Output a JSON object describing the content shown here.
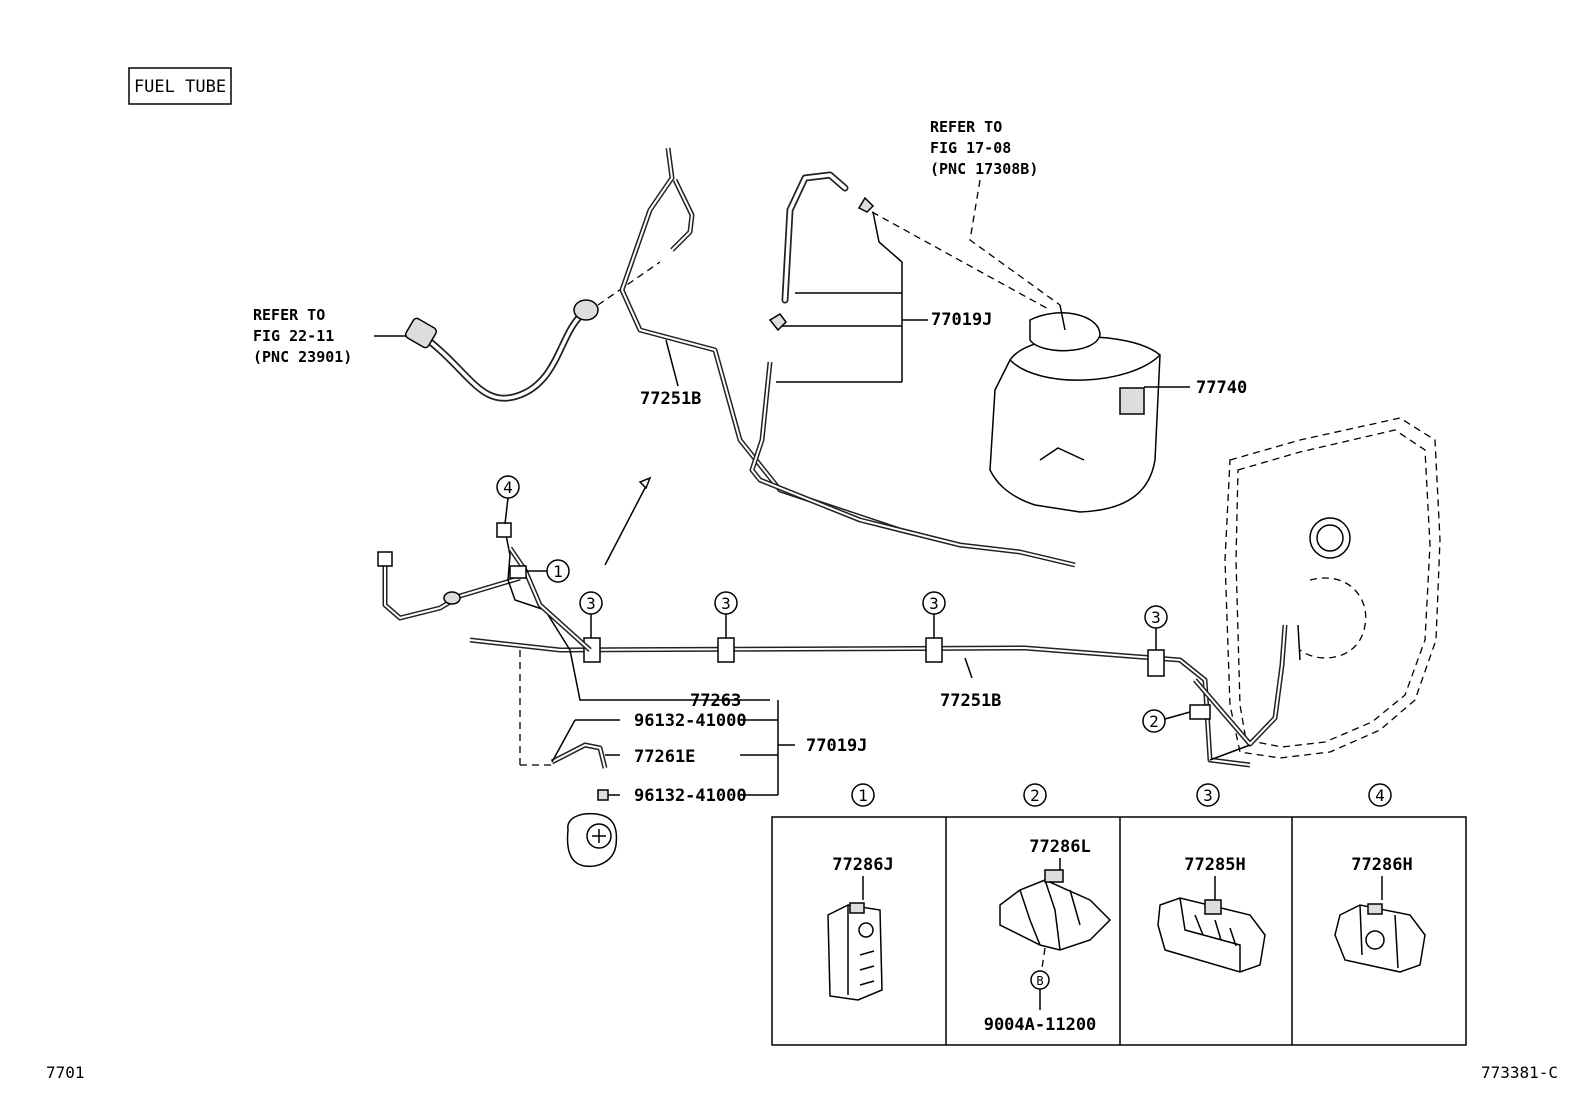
{
  "title": "FUEL TUBE",
  "refs": {
    "ref_a": [
      "REFER TO",
      "FIG 17-08",
      "(PNC 17308B)"
    ],
    "ref_b": [
      "REFER TO",
      "FIG 22-11",
      "(PNC 23901)"
    ]
  },
  "labels": {
    "l_77019J_top": "77019J",
    "l_77740": "77740",
    "l_77251B_top": "77251B",
    "l_77251B_main": "77251B",
    "l_77263": "77263",
    "l_96132_a": "96132-41000",
    "l_77261E": "77261E",
    "l_96132_b": "96132-41000",
    "l_77019J_bottom": "77019J"
  },
  "callouts": {
    "c1": "1",
    "c2": "2",
    "c3": "3",
    "c4": "4",
    "cB": "B"
  },
  "detail_table": {
    "headers": [
      "1",
      "2",
      "3",
      "4"
    ],
    "cells": [
      {
        "part": "77286J"
      },
      {
        "part": "77286L",
        "sub_part": "9004A-11200",
        "sub_callout": "B"
      },
      {
        "part": "77285H"
      },
      {
        "part": "77286H"
      }
    ]
  },
  "corner_left": "7701",
  "corner_right": "773381-C"
}
